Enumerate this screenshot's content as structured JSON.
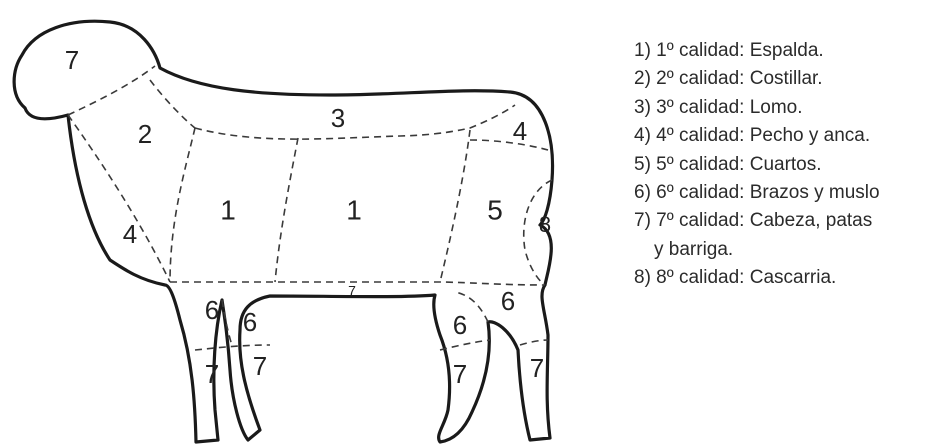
{
  "diagram": {
    "region_labels": {
      "head": "7",
      "neck": "2",
      "back": "3",
      "rump_top": "4",
      "shoulder": "1",
      "loin": "1",
      "hind": "5",
      "chest": "4",
      "tail": "8",
      "belly": "7",
      "front_arm": "6",
      "front_arm_inner": "6",
      "hind_inner": "6",
      "hind_thigh": "6",
      "front_leg": "7",
      "front_leg_inner": "7",
      "hind_leg_inner": "7",
      "hind_leg": "7"
    }
  },
  "legend": {
    "items": [
      "1) 1º calidad: Espalda.",
      "2) 2º calidad: Costillar.",
      "3) 3º calidad: Lomo.",
      "4) 4º calidad: Pecho y anca.",
      "5) 5º calidad: Cuartos.",
      "6) 6º calidad: Brazos y muslo",
      "7) 7º calidad: Cabeza, patas",
      "y barriga.",
      "8) 8º calidad: Cascarria."
    ]
  }
}
